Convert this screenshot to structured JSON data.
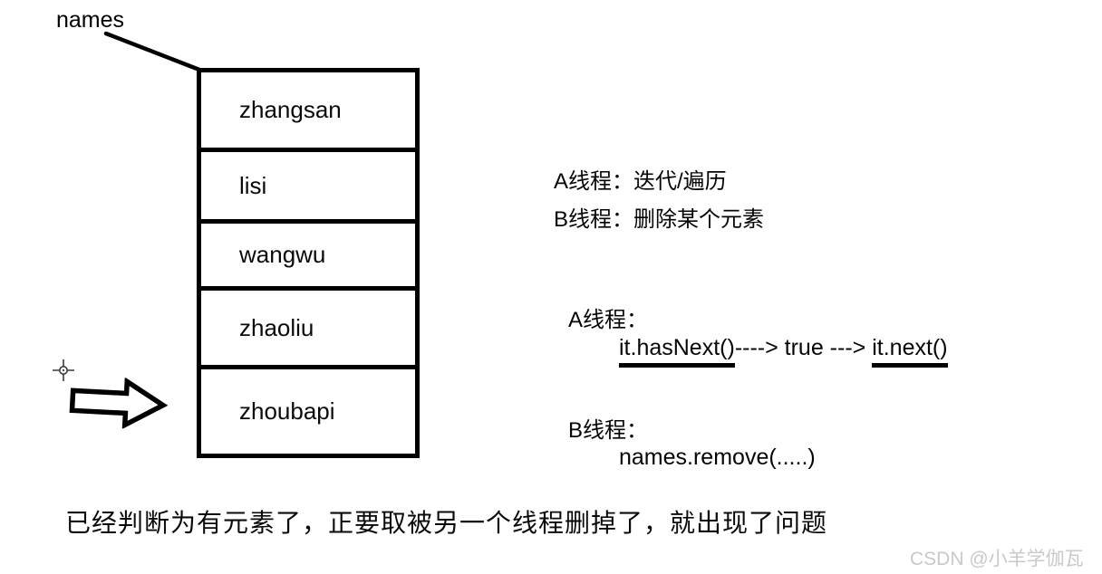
{
  "colors": {
    "ink": "#000000",
    "background": "#ffffff",
    "watermark_gray": "#c9c9c9"
  },
  "diagram": {
    "list_label": "names",
    "list_items": [
      "zhangsan",
      "lisi",
      "wangwu",
      "zhaoliu",
      "zhoubapi"
    ],
    "threads_overview": {
      "line_a": "A线程：迭代/遍历",
      "line_b": "B线程：删除某个元素"
    },
    "thread_a_detail": {
      "label": "A线程：",
      "code_hasnext": "it.hasNext()",
      "code_middle": "----> true ---> ",
      "code_next": "it.next()"
    },
    "thread_b_detail": {
      "label": "B线程：",
      "code": "names.remove(.....)"
    },
    "conclusion": "已经判断为有元素了，正要取被另一个线程删掉了，就出现了问题",
    "watermark": "CSDN @小羊学伽瓦"
  }
}
